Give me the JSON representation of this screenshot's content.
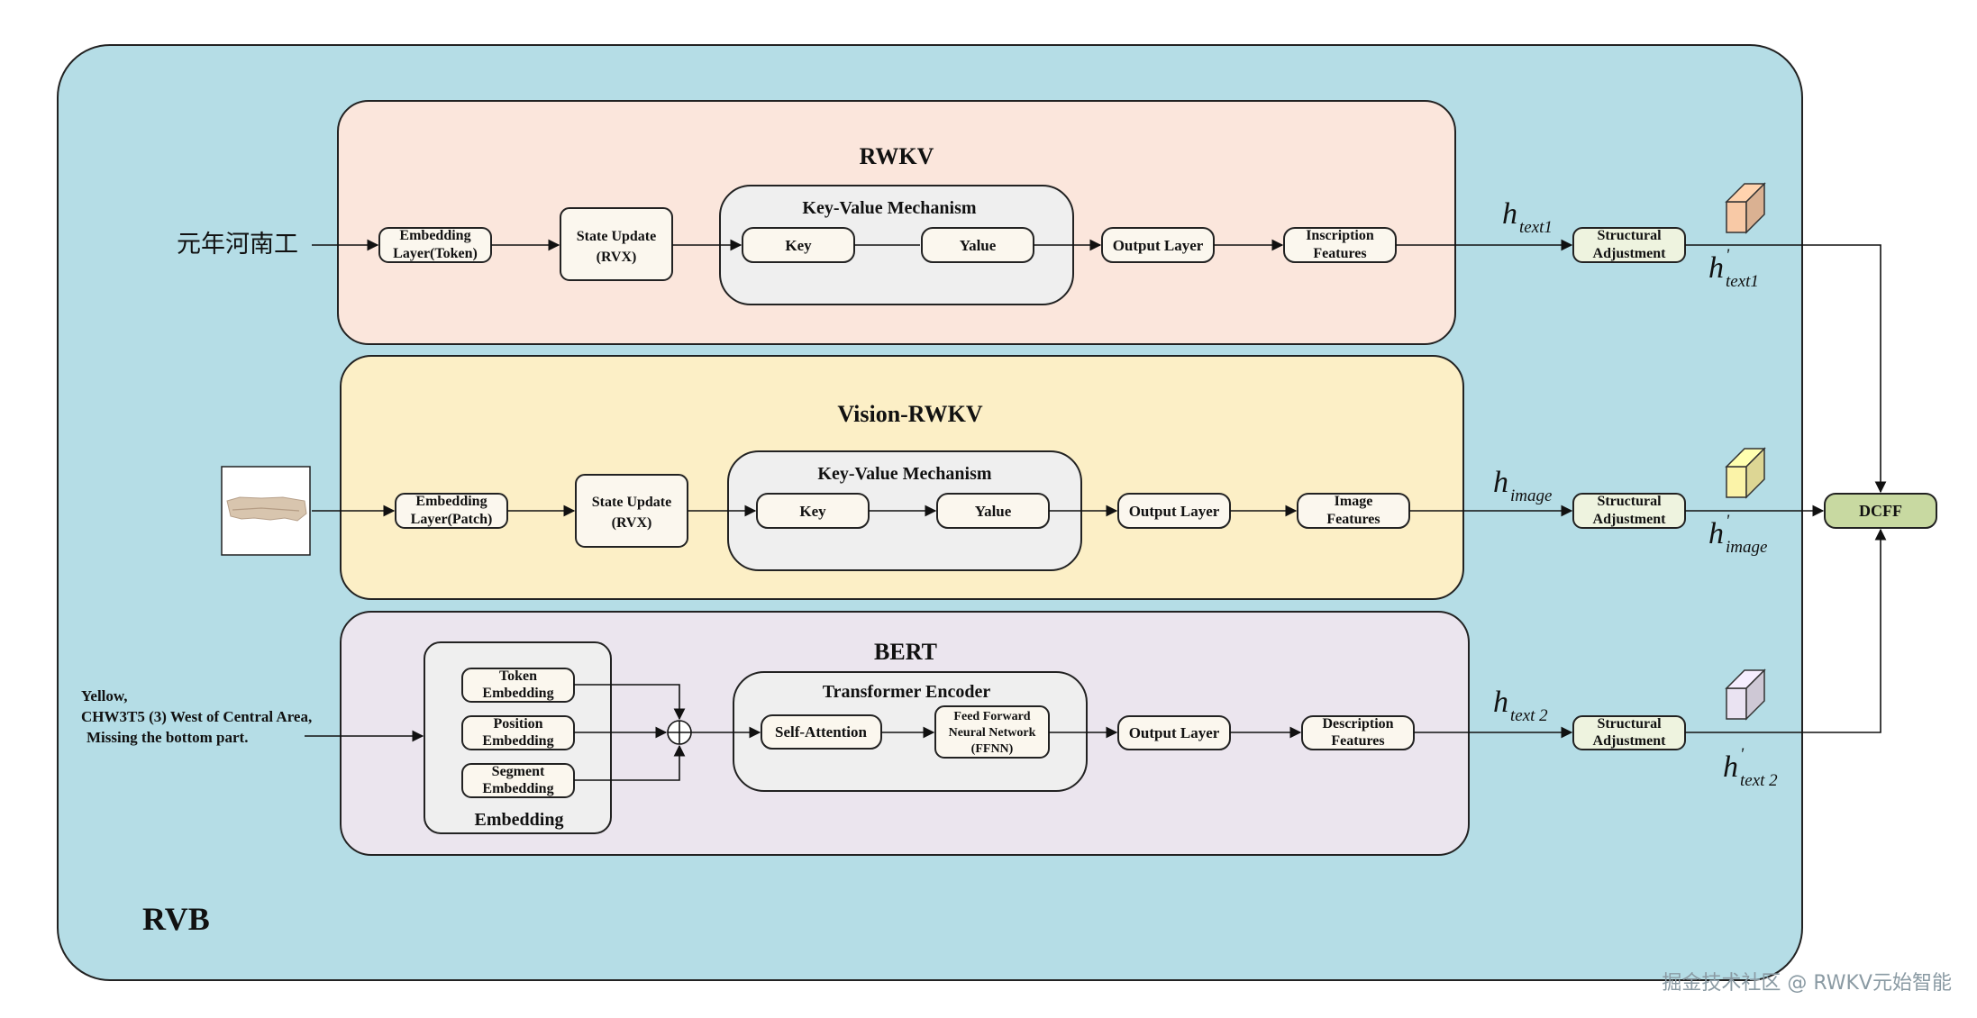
{
  "colors": {
    "outer_bg": "#b5dde6",
    "rwkv_bg": "#fbe6dc",
    "vision_bg": "#fcefc6",
    "bert_bg": "#ebe5ee",
    "group_bg": "#efefef",
    "node_bg": "#fbf7ee",
    "adjust_bg": "#eef3df",
    "dcff_bg": "#c8d9a1",
    "rvb_label": "#1f4e5c"
  },
  "outer": {
    "label": "RVB"
  },
  "rwkv": {
    "title": "RWKV",
    "input_text": "元年河南工",
    "embedding": [
      "Embedding",
      "Layer(Token)"
    ],
    "state_update": [
      "State Update",
      "(RVX)"
    ],
    "kv_title": "Key-Value Mechanism",
    "key": "Key",
    "value": "Yalue",
    "output": "Output Layer",
    "features": [
      "Inscription",
      "Features"
    ]
  },
  "vision": {
    "title": "Vision-RWKV",
    "input_image": "inscription-fragment-image",
    "embedding": [
      "Embedding",
      "Layer(Patch)"
    ],
    "state_update": [
      "State Update",
      "(RVX)"
    ],
    "kv_title": "Key-Value Mechanism",
    "key": "Key",
    "value": "Yalue",
    "output": "Output Layer",
    "features": [
      "Image",
      "Features"
    ]
  },
  "bert": {
    "title": "BERT",
    "input_lines": [
      "Yellow,",
      "CHW3T5 (3) West of Central Area,",
      "Missing the bottom part."
    ],
    "token": [
      "Token",
      "Embedding"
    ],
    "position": [
      "Position",
      "Embedding"
    ],
    "segment": [
      "Segment",
      "Embedding"
    ],
    "embedding_title": "Embedding",
    "encoder_title": "Transformer Encoder",
    "self_attention": "Self-Attention",
    "ffnn": [
      "Feed Forward",
      "Neural Network",
      "(FFNN)"
    ],
    "output": "Output Layer",
    "features": [
      "Description",
      "Features"
    ]
  },
  "fusion": {
    "adjust": [
      "Structural",
      "Adjustment"
    ],
    "dcff": "DCFF",
    "h_text1": {
      "base": "h",
      "sub": "text1"
    },
    "h_text1_prime": {
      "base": "h",
      "sup": "'",
      "sub": "text1"
    },
    "h_image": {
      "base": "h",
      "sub": "image"
    },
    "h_image_prime": {
      "base": "h",
      "sup": "'",
      "sub": "image"
    },
    "h_text2": {
      "base": "h",
      "sub": "text 2"
    },
    "h_text2_prime": {
      "base": "h",
      "sup": "'",
      "sub": "text 2"
    },
    "cube_colors": [
      "#f8c9a6",
      "#fbf3a8",
      "#eae3f2"
    ]
  },
  "watermark": "掘金技术社区 @ RWKV元始智能"
}
